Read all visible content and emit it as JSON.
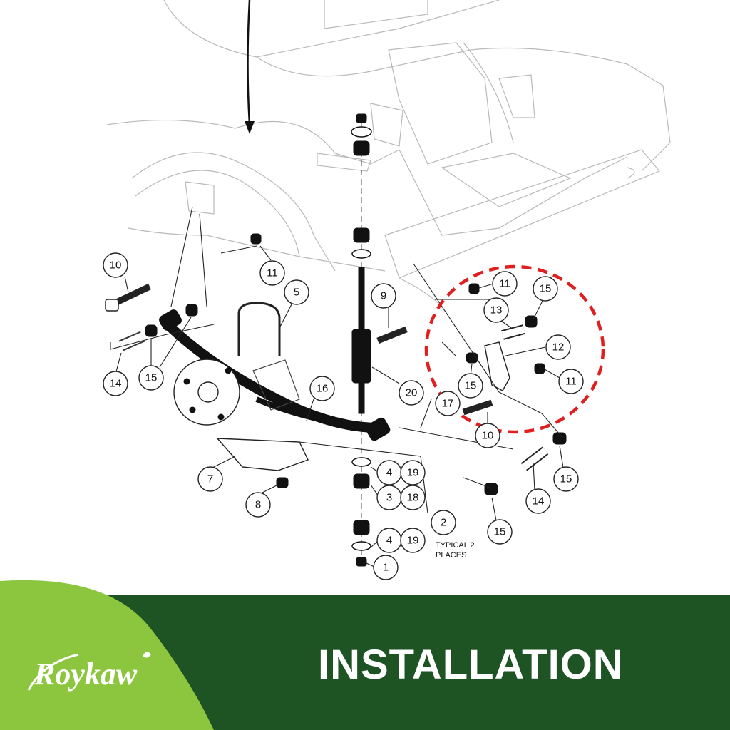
{
  "callouts": {
    "c1": "1",
    "c2": "2",
    "c3": "3",
    "c4a": "4",
    "c4b": "4",
    "c5": "5",
    "c7": "7",
    "c8": "8",
    "c9": "9",
    "c10a": "10",
    "c10b": "10",
    "c11a": "11",
    "c11b": "11",
    "c11c": "11",
    "c12": "12",
    "c13": "13",
    "c14a": "14",
    "c14b": "14",
    "c15a": "15",
    "c15b": "15",
    "c15c": "15",
    "c15d": "15",
    "c15e": "15",
    "c16": "16",
    "c17": "17",
    "c18": "18",
    "c19a": "19",
    "c19b": "19",
    "c20": "20"
  },
  "note": {
    "line1": "TYPICAL 2",
    "line2": "PLACES"
  },
  "banner": {
    "title": "INSTALLATION",
    "brand": "Roykaw"
  },
  "colors": {
    "dark_green": "#1e5323",
    "light_green": "#8cc63f",
    "highlight_red": "#e02020",
    "line_gray": "#b9b9b9"
  }
}
